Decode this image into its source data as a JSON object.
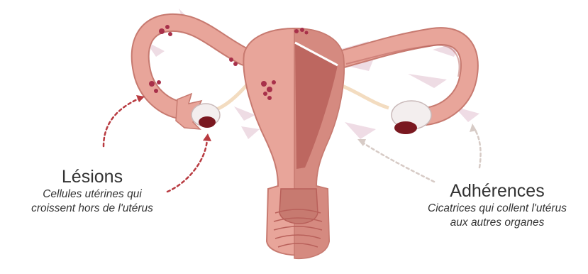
{
  "labels": {
    "lesions": {
      "title": "Lésions",
      "desc_line1": "Cellules utérines qui",
      "desc_line2": "croissent hors de l'utérus"
    },
    "adherences": {
      "title": "Adhérences",
      "desc_line1": "Cicatrices qui collent l'utérus",
      "desc_line2": "aux autres organes"
    }
  },
  "colors": {
    "uterus_flesh": "#e8a59a",
    "uterus_outline": "#c77a70",
    "uterus_dark": "#b8605a",
    "cavity": "#cc7a70",
    "lesion": "#a8304a",
    "ovary": "#f3eeee",
    "blood": "#7a1820",
    "adhesion": "#ecd6e0",
    "lesion_arrow": "#b83a40",
    "adhesion_arrow": "#d7cbc6",
    "text": "#333333"
  }
}
